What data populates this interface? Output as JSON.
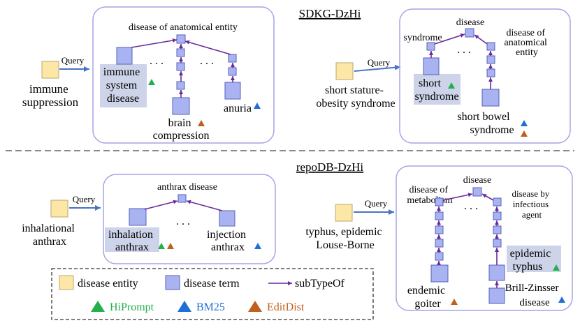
{
  "colors": {
    "entity_fill": "#fde7a6",
    "entity_stroke": "#b9a86b",
    "term_fill": "#a9b3f2",
    "term_stroke": "#5560b8",
    "subtype_arrow": "#6a2a9a",
    "query_arrow": "#4a72c4",
    "panel_stroke": "#a7a3e6",
    "highlight": "#cdd3e8",
    "hiprompt": "#22b04b",
    "bm25": "#1f6ed6",
    "editdist": "#c0601d"
  },
  "sections": {
    "sdkg": "SDKG-DzHi",
    "repodb": "repoDB-DzHi"
  },
  "query_label": "Query",
  "ellipsis": ". . .",
  "sdkg_left": {
    "entity_lines": [
      "immune",
      "suppression"
    ],
    "root": "disease of anatomical entity",
    "immune_lines": [
      "immune",
      "system",
      "disease"
    ],
    "brain_lines": [
      "brain",
      "compression"
    ],
    "anuria": "anuria"
  },
  "sdkg_right": {
    "entity_lines": [
      "short stature-",
      "obesity syndrome"
    ],
    "root": "disease",
    "syndrome": "syndrome",
    "anat_lines": [
      "disease of",
      "anatomical",
      "entity"
    ],
    "short_lines": [
      "short",
      "syndrome"
    ],
    "bowel_lines": [
      "short bowel",
      "syndrome"
    ]
  },
  "repo_left": {
    "entity_lines": [
      "inhalational",
      "anthrax"
    ],
    "root": "anthrax disease",
    "inhalation_lines": [
      "inhalation",
      "anthrax"
    ],
    "injection_lines": [
      "injection",
      "anthrax"
    ]
  },
  "repo_right": {
    "entity_lines": [
      "typhus, epidemic",
      "Louse-Borne"
    ],
    "root": "disease",
    "metab_lines": [
      "disease of",
      "metabolism"
    ],
    "infect_lines": [
      "disease by",
      "infectious",
      "agent"
    ],
    "epidemic_lines": [
      "epidemic",
      "typhus"
    ],
    "goiter_lines": [
      "endemic",
      "goiter"
    ],
    "brill_lines": [
      "Brill-Zinsser",
      "disease"
    ]
  },
  "legend": {
    "entity": "disease entity",
    "term": "disease term",
    "subtype": "subTypeOf",
    "hiprompt": "HiPrompt",
    "bm25": "BM25",
    "editdist": "EditDist"
  }
}
